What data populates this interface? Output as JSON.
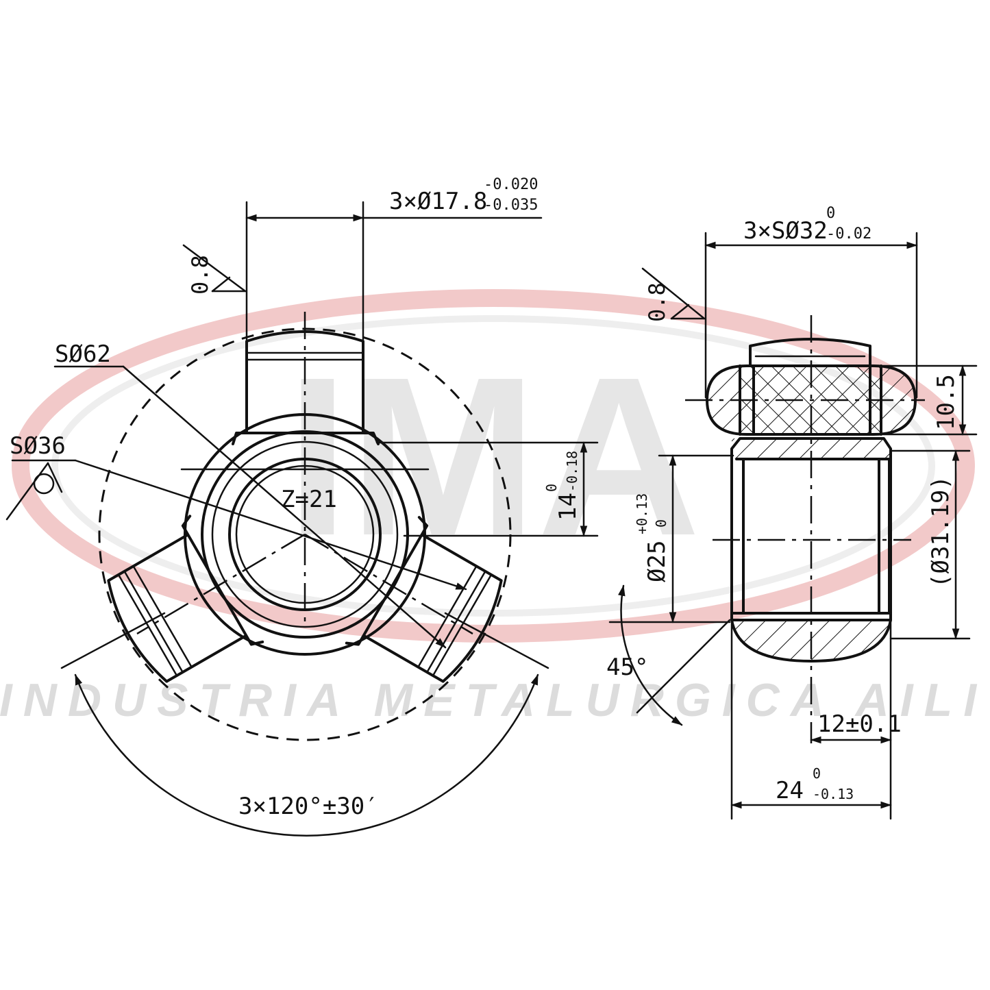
{
  "watermark": {
    "logo": "IMA",
    "company": "INDUSTRIA METALURGICA AILI",
    "ellipse_color": "#f2c9c9",
    "logo_color": "#e6e6e6"
  },
  "front_view": {
    "pin_diameter": {
      "base": "3×Ø17.8",
      "upper_tol": "-0.020",
      "lower_tol": "-0.035"
    },
    "roughness": "0.8",
    "sphere_62": "SØ62",
    "sphere_36": "SØ36",
    "teeth": "Z=21",
    "angle": "3×120°±30′",
    "height": {
      "base": "14",
      "upper_tol": "0",
      "lower_tol": "-0.18"
    }
  },
  "side_view": {
    "sphere_diameter": {
      "base": "3×SØ32",
      "upper_tol": "0",
      "lower_tol": "-0.02"
    },
    "roughness": "0.8",
    "thickness": "10.5",
    "bore": {
      "base": "Ø25",
      "upper_tol": "+0.13",
      "lower_tol": "0"
    },
    "ref_diameter": "(Ø31.19)",
    "chamfer": "45°",
    "offset": "12±0.1",
    "width": {
      "base": "24",
      "upper_tol": "0",
      "lower_tol": "-0.13"
    }
  }
}
